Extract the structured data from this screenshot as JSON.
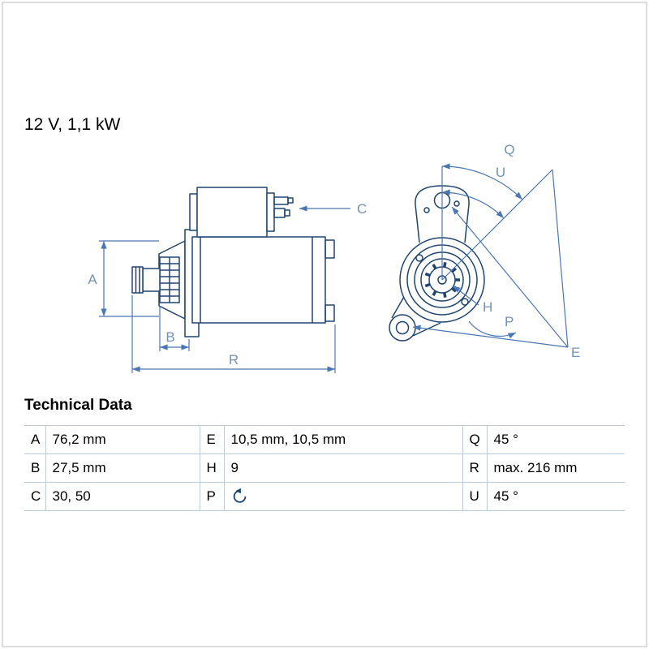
{
  "page": {
    "title": "12 V, 1,1 kW"
  },
  "diagram": {
    "labels": {
      "A": "A",
      "B": "B",
      "C": "C",
      "R": "R",
      "Q": "Q",
      "U": "U",
      "H": "H",
      "P": "P",
      "E": "E"
    },
    "icons": [
      "rotation-direction-icon"
    ],
    "colors": {
      "drawing_line": "#1e4470",
      "dimension_line": "#4a76b4",
      "dimension_label": "#7491b6",
      "table_border": "#bcc9db"
    }
  },
  "table": {
    "heading": "Technical Data",
    "rows": [
      {
        "cells": [
          {
            "label": "A",
            "value": "76,2 mm"
          },
          {
            "label": "E",
            "value": "10,5 mm, 10,5 mm"
          },
          {
            "label": "Q",
            "value": "45 °"
          }
        ]
      },
      {
        "cells": [
          {
            "label": "B",
            "value": "27,5 mm"
          },
          {
            "label": "H",
            "value": "9"
          },
          {
            "label": "R",
            "value": "max. 216 mm"
          }
        ]
      },
      {
        "cells": [
          {
            "label": "C",
            "value": "30, 50"
          },
          {
            "label": "P",
            "value": "",
            "icon": "rotation-direction-icon"
          },
          {
            "label": "U",
            "value": "45 °"
          }
        ]
      }
    ]
  }
}
